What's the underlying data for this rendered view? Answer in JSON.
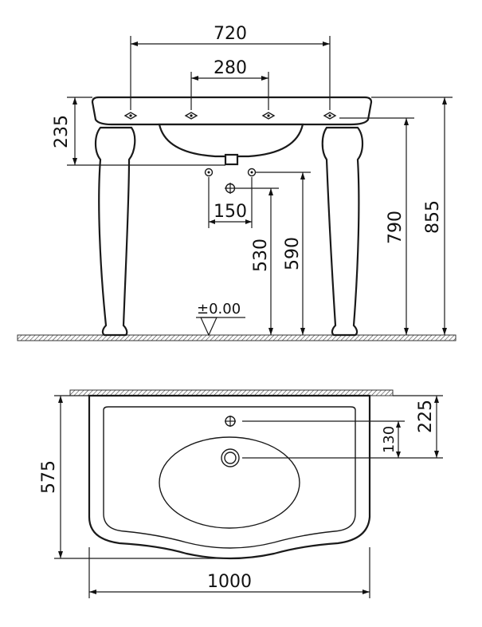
{
  "side_view": {
    "dim_faucet_outer": "720",
    "dim_faucet_inner": "280",
    "dim_basin_height": "235",
    "dim_waste_spacing": "150",
    "dim_waste_lower": "530",
    "dim_waste_upper": "590",
    "dim_legs_height": "790",
    "dim_total_height": "855",
    "floor_level": "±0.00"
  },
  "top_view": {
    "dim_depth": "575",
    "dim_width": "1000",
    "dim_tap_offset": "225",
    "dim_drain_offset": "130"
  }
}
